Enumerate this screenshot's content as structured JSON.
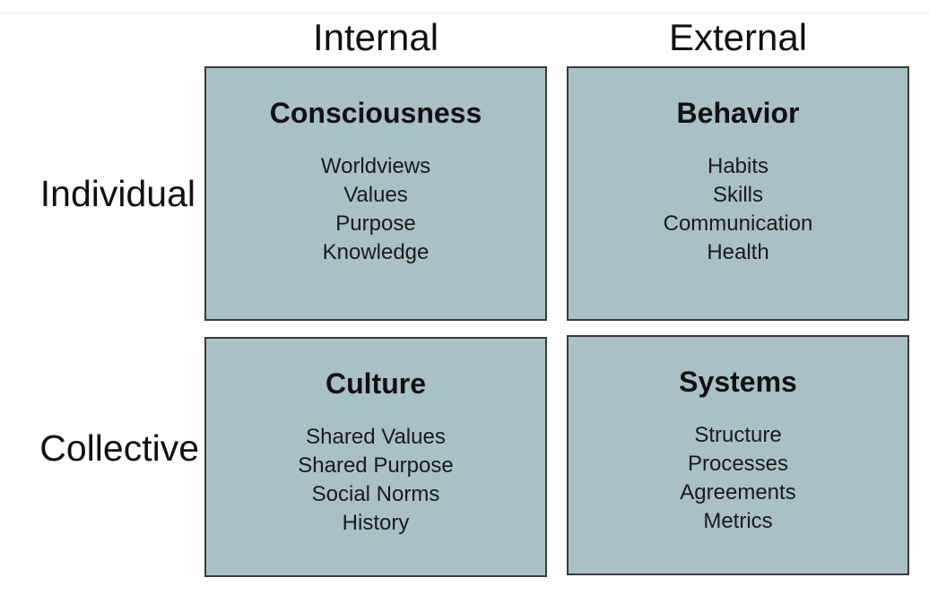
{
  "columns": [
    "Internal",
    "External"
  ],
  "rows": [
    "Individual",
    "Collective"
  ],
  "quadrant_color": "#a8c1c6",
  "quadrants": [
    {
      "title": "Consciousness",
      "items": [
        "Worldviews",
        "Values",
        "Purpose",
        "Knowledge"
      ]
    },
    {
      "title": "Behavior",
      "items": [
        "Habits",
        "Skills",
        "Communication",
        "Health"
      ]
    },
    {
      "title": "Culture",
      "items": [
        "Shared Values",
        "Shared Purpose",
        "Social Norms",
        "History"
      ]
    },
    {
      "title": "Systems",
      "items": [
        "Structure",
        "Processes",
        "Agreements",
        "Metrics"
      ]
    }
  ]
}
